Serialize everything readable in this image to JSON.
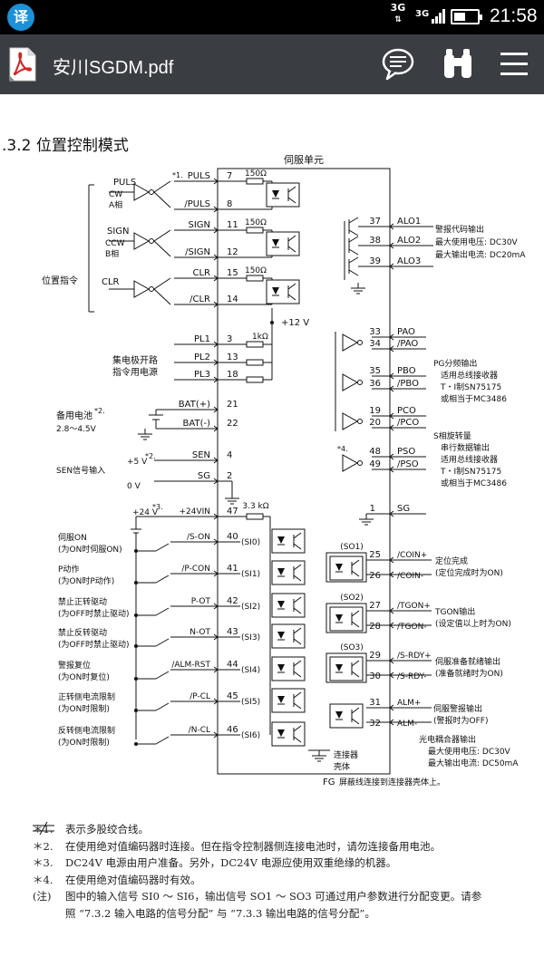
{
  "status_bar": {
    "app_badge": "译",
    "network_type": "3G",
    "signal_label": "3G",
    "battery_level": 0.5,
    "time": "21:58"
  },
  "app_bar": {
    "title": "安川SGDM.pdf",
    "icons": [
      "pdf-file-icon",
      "chat-bubble-icon",
      "binoculars-icon",
      "hamburger-menu-icon"
    ]
  },
  "document": {
    "section_title": ".3.2 位置控制模式",
    "diagram": {
      "servo_unit": "伺服单元",
      "position_command": "位置指令",
      "puls_group": {
        "title": "PULS",
        "sub1": "CW",
        "sub2": "A相"
      },
      "sign_group": {
        "title": "SIGN",
        "sub1": "CCW",
        "sub2": "B相"
      },
      "clr_label": "CLR",
      "star1": "*1.",
      "inputs": [
        {
          "name": "PULS",
          "pin": "7",
          "res": "150Ω"
        },
        {
          "name": "/PULS",
          "pin": "8"
        },
        {
          "name": "SIGN",
          "pin": "11",
          "res": "150Ω"
        },
        {
          "name": "/SIGN",
          "pin": "12"
        },
        {
          "name": "CLR",
          "pin": "15",
          "res": "150Ω"
        },
        {
          "name": "/CLR",
          "pin": "14"
        }
      ],
      "plus12v": "+12 V",
      "pl": [
        {
          "name": "PL1",
          "pin": "3",
          "res": "1kΩ"
        },
        {
          "name": "PL2",
          "pin": "13"
        },
        {
          "name": "PL3",
          "pin": "18"
        }
      ],
      "collector_label1": "集电极开路",
      "collector_label2": "指令用电源",
      "battery_label1": "备用电池",
      "battery_star": "*2.",
      "battery_label2": "2.8～4.5V",
      "bat_pos": "BAT(+)",
      "bat_pos_pin": "21",
      "bat_neg": "BAT(-)",
      "bat_neg_pin": "22",
      "sen_plus5": "+5 V",
      "sen_star": "*2.",
      "sen_label": "SEN信号输入",
      "sen_zero": "0 V",
      "sen": {
        "name": "SEN",
        "pin": "4"
      },
      "sg": {
        "name": "SG",
        "pin": "2"
      },
      "plus24v": "+24 V",
      "plus24_star": "*3.",
      "vin": {
        "name": "+24VIN",
        "pin": "47",
        "res": "3.3 kΩ"
      },
      "di": [
        {
          "name": "/S-ON",
          "pin": "40",
          "si": "(SI0)",
          "desc1": "伺服ON",
          "desc2": "(为ON时伺服ON)"
        },
        {
          "name": "/P-CON",
          "pin": "41",
          "si": "(SI1)",
          "desc1": "P动作",
          "desc2": "(为ON时P动作)"
        },
        {
          "name": "P-OT",
          "pin": "42",
          "si": "(SI2)",
          "desc1": "禁止正转驱动",
          "desc2": "(为OFF时禁止驱动)"
        },
        {
          "name": "N-OT",
          "pin": "43",
          "si": "(SI3)",
          "desc1": "禁止反转驱动",
          "desc2": "(为OFF时禁止驱动)"
        },
        {
          "name": "/ALM-RST",
          "pin": "44",
          "si": "(SI4)",
          "desc1": "警报复位",
          "desc2": "(为ON时复位)"
        },
        {
          "name": "/P-CL",
          "pin": "45",
          "si": "(SI5)",
          "desc1": "正转侧电流限制",
          "desc2": "(为ON时限制)"
        },
        {
          "name": "/N-CL",
          "pin": "46",
          "si": "(SI6)",
          "desc1": "反转侧电流限制",
          "desc2": "(为ON时限制)"
        }
      ],
      "alo": [
        {
          "name": "ALO1",
          "pin": "37"
        },
        {
          "name": "ALO2",
          "pin": "38"
        },
        {
          "name": "ALO3",
          "pin": "39"
        }
      ],
      "alarm_code_out": "警报代码输出",
      "alarm_max_v": "最大使用电压: DC30V",
      "alarm_max_i": "最大输出电流: DC20mA",
      "pg": [
        {
          "name": "PAO",
          "pin": "33"
        },
        {
          "name": "/PAO",
          "pin": "34"
        },
        {
          "name": "PBO",
          "pin": "35"
        },
        {
          "name": "/PBO",
          "pin": "36"
        },
        {
          "name": "PCO",
          "pin": "19"
        },
        {
          "name": "/PCO",
          "pin": "20"
        }
      ],
      "pg_out": "PG分频输出",
      "pg_rx": "适用总线接收器",
      "pg_ti": "T・I制SN75175",
      "pg_eq": "或相当于MC3486",
      "ps": [
        {
          "name": "PSO",
          "pin": "48"
        },
        {
          "name": "/PSO",
          "pin": "49"
        }
      ],
      "ps_star": "*4.",
      "s_phase": "S相旋转量",
      "serial_out": "串行数据输出",
      "ps_rx": "适用总线接收器",
      "ps_ti": "T・I制SN75175",
      "ps_eq": "或相当于MC3486",
      "sg_right": {
        "name": "SG",
        "pin": "1"
      },
      "so": [
        {
          "tag": "(SO1)",
          "p": "/COIN+",
          "pp": "25",
          "n": "/COIN-",
          "np": "26",
          "desc1": "定位完成",
          "desc2": "(定位完成时为ON)"
        },
        {
          "tag": "(SO2)",
          "p": "/TGON+",
          "pp": "27",
          "n": "/TGON-",
          "np": "28",
          "desc1": "TGON输出",
          "desc2": "(设定值以上时为ON)"
        },
        {
          "tag": "(SO3)",
          "p": "/S-RDY+",
          "pp": "29",
          "n": "/S-RDY-",
          "np": "30",
          "desc1": "伺服准备就绪输出",
          "desc2": "(准备就绪时为ON)"
        }
      ],
      "alm": {
        "p": "ALM+",
        "pp": "31",
        "n": "ALM-",
        "np": "32",
        "desc1": "伺服警报输出",
        "desc2": "(警报时为OFF)"
      },
      "photo_out": "光电耦合器输出",
      "photo_max_v": "最大使用电压: DC30V",
      "photo_max_i": "最大输出电流: DC50mA",
      "shell1": "连接器",
      "shell2": "壳体",
      "fg": "FG",
      "fg_note": "屏蔽线连接到连接器壳体上。"
    },
    "notes": [
      {
        "mark": "＊1.",
        "text": "表示多股绞合线。"
      },
      {
        "mark": "＊2.",
        "text": "在使用绝对值编码器时连接。但在指令控制器侧连接电池时，请勿连接备用电池。"
      },
      {
        "mark": "＊3.",
        "text": "DC24V 电源由用户准备。另外，DC24V 电源应使用双重绝缘的机器。"
      },
      {
        "mark": "＊4.",
        "text": "在使用绝对值编码器时有效。"
      },
      {
        "mark": "(注)",
        "text": "图中的输入信号 SI0 ～ SI6，输出信号 SO1 ～ SO3 可通过用户参数进行分配变更。请参"
      },
      {
        "mark": "",
        "text": "照 “7.3.2 输入电路的信号分配” 与 “7.3.3 输出电路的信号分配”。"
      }
    ]
  }
}
